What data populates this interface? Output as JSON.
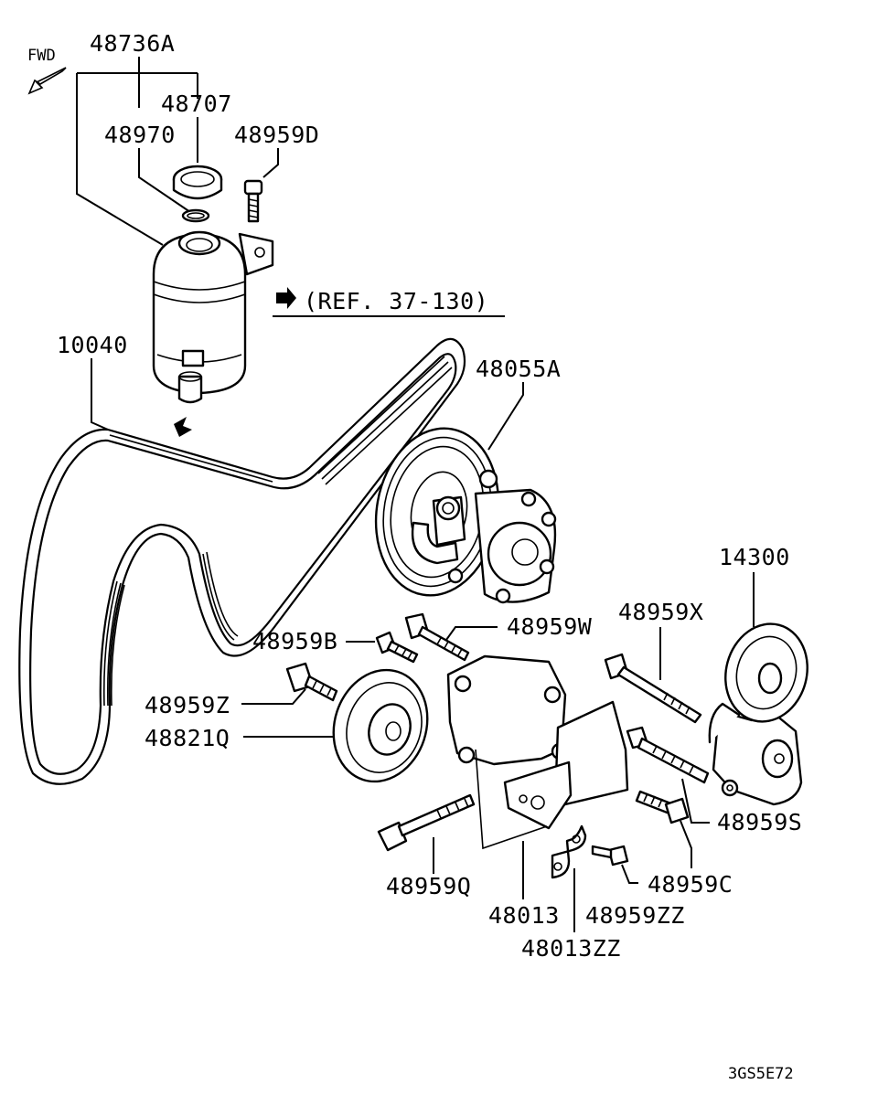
{
  "orientation": {
    "fwd_label": "FWD"
  },
  "reference": {
    "text": "(REF. 37-130)"
  },
  "footer": {
    "code": "3GS5E72"
  },
  "parts": {
    "p48736A": "48736A",
    "p48707": "48707",
    "p48970": "48970",
    "p48959D": "48959D",
    "p10040": "10040",
    "p48055A": "48055A",
    "p14300": "14300",
    "p48959W": "48959W",
    "p48959X": "48959X",
    "p48959B": "48959B",
    "p48959Z": "48959Z",
    "p48821Q": "48821Q",
    "p48959S": "48959S",
    "p48959C": "48959C",
    "p48959Q": "48959Q",
    "p48013": "48013",
    "p48959ZZ": "48959ZZ",
    "p48013ZZ": "48013ZZ"
  }
}
